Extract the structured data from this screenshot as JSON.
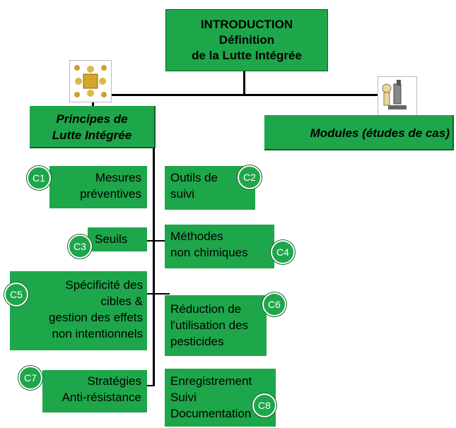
{
  "top": {
    "line1": "INTRODUCTION",
    "line2": "Définition",
    "line3": "de la Lutte Intégrée"
  },
  "left_header": {
    "line1": "Principes de",
    "line2": "Lutte Intégrée"
  },
  "right_header": {
    "label": "Modules (études de cas)"
  },
  "components": [
    {
      "code": "C1",
      "lines": [
        "Mesures",
        "préventives"
      ]
    },
    {
      "code": "C2",
      "lines": [
        "Outils de",
        "suivi"
      ]
    },
    {
      "code": "C3",
      "lines": [
        "Seuils"
      ]
    },
    {
      "code": "C4",
      "lines": [
        "Méthodes",
        "non chimiques"
      ]
    },
    {
      "code": "C5",
      "lines": [
        "Spécificité des",
        "cibles &",
        "gestion des effets",
        "non intentionnels"
      ]
    },
    {
      "code": "C6",
      "lines": [
        "Réduction de",
        "l'utilisation des",
        "pesticides"
      ]
    },
    {
      "code": "C7",
      "lines": [
        "Stratégies",
        "Anti-résistance"
      ]
    },
    {
      "code": "C8",
      "lines": [
        "Enregistrement",
        "Suivi",
        "Documentation"
      ]
    }
  ],
  "colors": {
    "box_green": "#1ea64a",
    "badge_green": "#1ea64a",
    "line": "#000000"
  },
  "icons": {
    "left_header_icon": "puzzle-people-icon",
    "right_header_icon": "microscope-person-icon"
  }
}
